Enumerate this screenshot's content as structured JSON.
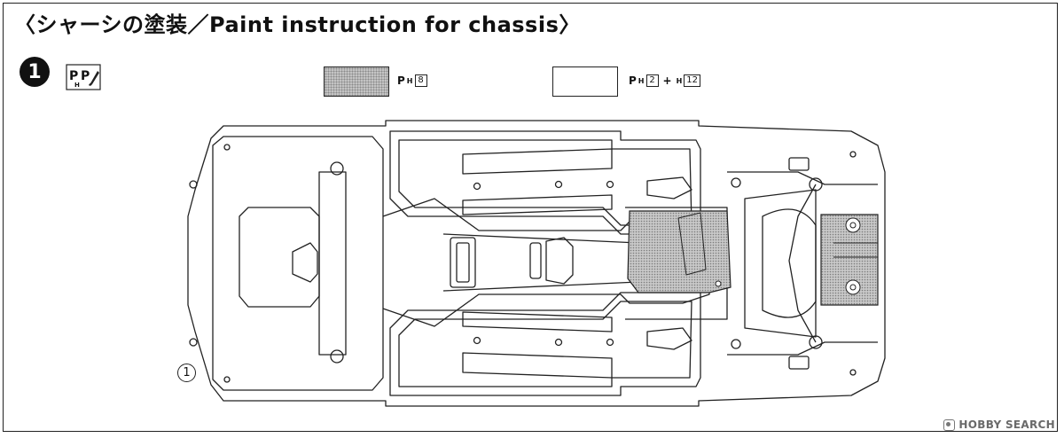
{
  "title": "〈シャーシの塗装／Paint instruction for chassis〉",
  "step": {
    "number": "1",
    "icon": "paint-instruction-icon"
  },
  "paint_specs": [
    {
      "swatch_color": "#c4c4c4",
      "pattern": "dotted-gray",
      "prefix": "P",
      "sub": "H",
      "code": "8"
    },
    {
      "swatch_color": "#ffffff",
      "prefix": "P",
      "sub": "H",
      "code": "2",
      "plus": "+",
      "sub2": "H",
      "code2": "12"
    }
  ],
  "part_callout": "1",
  "watermark": {
    "text": "HOBBY SEARCH",
    "icon": "hobbysearch-logo-icon"
  }
}
